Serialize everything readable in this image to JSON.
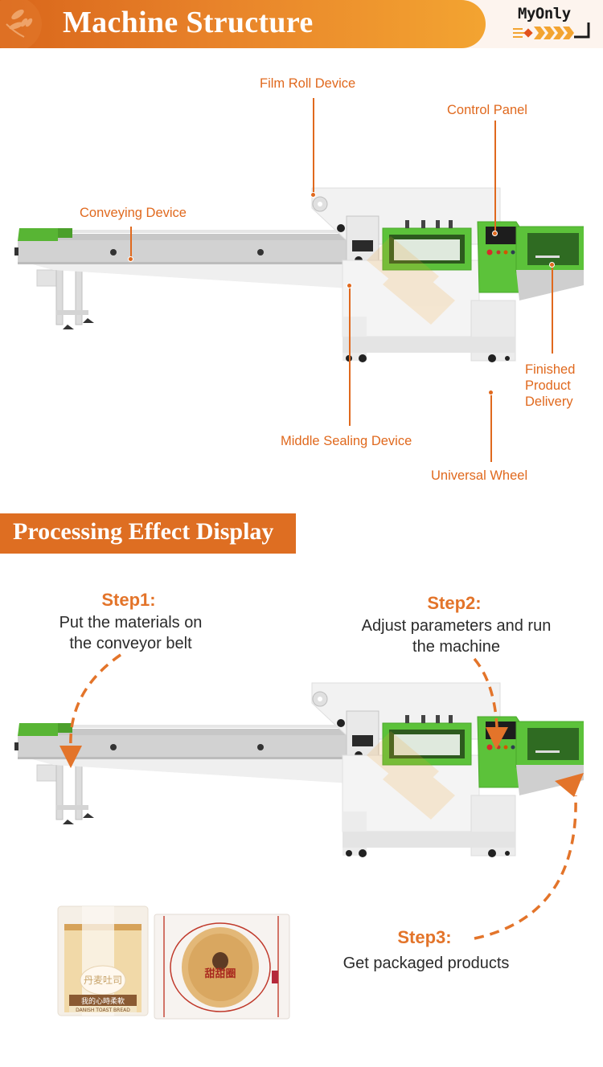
{
  "header": {
    "title": "Machine Structure",
    "logo_text": "MyOnly",
    "leaf_icon": "wheat-leaf-icon",
    "colors": {
      "gradient_start": "#d9661b",
      "gradient_end": "#f3a431"
    }
  },
  "machine_structure": {
    "labels": {
      "film_roll": "Film Roll Device",
      "control_panel": "Control Panel",
      "conveying": "Conveying Device",
      "finished_line1": "Finished",
      "finished_line2": "Product",
      "finished_line3": "Delivery",
      "middle_sealing": "Middle Sealing Device",
      "universal_wheel": "Universal Wheel"
    },
    "label_color": "#e0691e",
    "machine_colors": {
      "green": "#5cc23a",
      "body": "#e9e9e9",
      "frame": "#bdbdbd"
    }
  },
  "processing": {
    "title": "Processing Effect Display",
    "bar_color": "#de6e22",
    "steps": [
      {
        "title": "Step1:",
        "line1": "Put the materials on",
        "line2": "the conveyor belt"
      },
      {
        "title": "Step2:",
        "line1": "Adjust parameters and run",
        "line2": "the machine"
      },
      {
        "title": "Step3:",
        "line1": "Get packaged products",
        "line2": ""
      }
    ],
    "products": [
      {
        "name": "toast-bread-package",
        "label_cn": "丹麦吐司",
        "sub_cn": "我的心時柔軟",
        "sub_en": "DANISH TOAST BREAD"
      },
      {
        "name": "donut-package",
        "label_cn": "甜甜圈"
      }
    ]
  }
}
